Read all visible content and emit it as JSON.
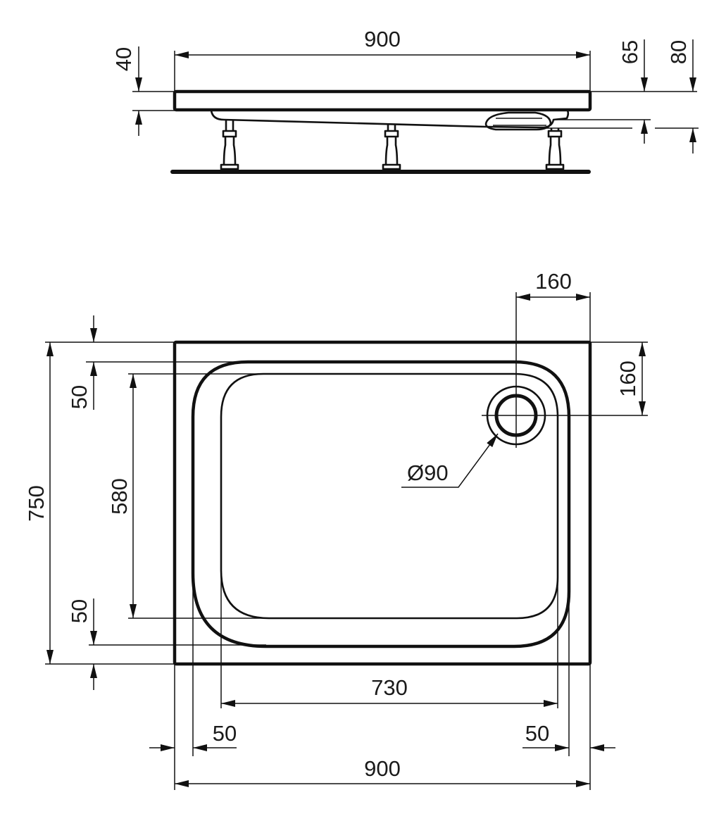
{
  "side_view": {
    "width_label": "900",
    "rim_height_label": "40",
    "overall_height_label": "65",
    "height_with_waste_label": "80"
  },
  "plan_view": {
    "waste_x_offset_label": "160",
    "waste_y_offset_label": "160",
    "waste_diameter_label": "Ø90",
    "total_depth_label": "750",
    "inner_depth_label": "580",
    "top_margin_label": "50",
    "bottom_margin_label": "50",
    "inner_width_label": "730",
    "left_margin_label": "50",
    "right_margin_label": "50",
    "total_width_label": "900"
  }
}
